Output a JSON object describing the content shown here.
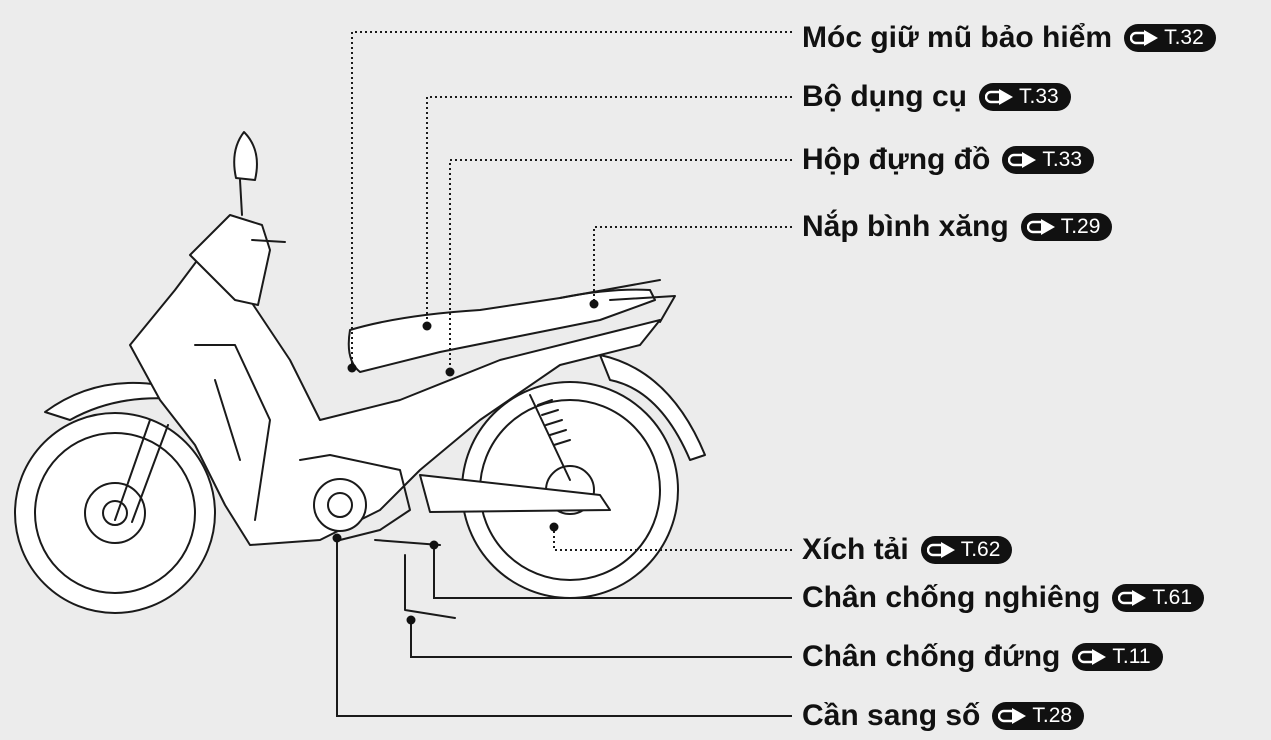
{
  "colors": {
    "background": "#ececec",
    "ink": "#111111",
    "pill_text": "#ffffff"
  },
  "icon": "arrow-right-icon",
  "labels": [
    {
      "text": "Móc giữ mũ bảo hiểm",
      "page": "T.32",
      "style": "dotted"
    },
    {
      "text": "Bộ dụng cụ",
      "page": "T.33",
      "style": "dotted"
    },
    {
      "text": "Hộp đựng đồ",
      "page": "T.33",
      "style": "dotted"
    },
    {
      "text": "Nắp bình xăng",
      "page": "T.29",
      "style": "dotted"
    },
    {
      "text": "Xích tải",
      "page": "T.62",
      "style": "dotted"
    },
    {
      "text": "Chân chống nghiêng",
      "page": "T.61",
      "style": "solid"
    },
    {
      "text": "Chân chống đứng",
      "page": "T.11",
      "style": "solid"
    },
    {
      "text": "Cần sang số",
      "page": "T.28",
      "style": "solid"
    }
  ]
}
